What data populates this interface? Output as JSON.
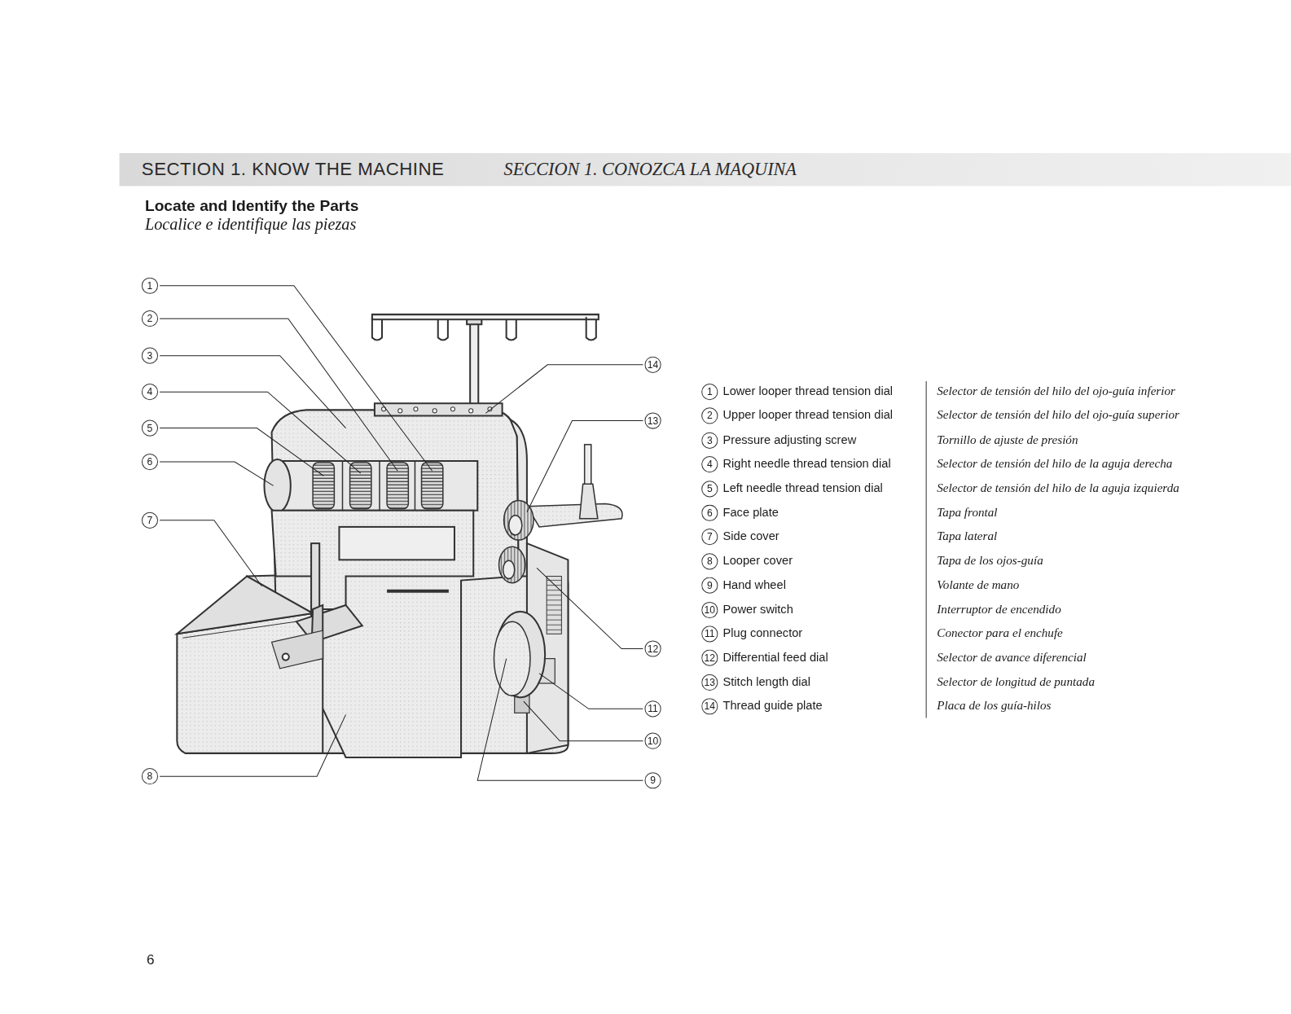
{
  "diagram": {
    "labels": [
      "SECTION 1. KNOW THE MACHINE",
      "SECCION 1. CONOZCA LA MAQUINA",
      "Locate and Identify the Parts",
      "Localice e identifique las piezas",
      "1",
      "2",
      "3",
      "4",
      "5",
      "6",
      "7",
      "8",
      "9",
      "10",
      "11",
      "12",
      "13",
      "14",
      "1",
      "Lower looper thread tension dial",
      "Selector de tensión del hilo del ojo-guía inferior",
      "2",
      "Upper looper thread tension dial",
      "Selector de tensión del hilo del ojo-guía superior",
      "3",
      "Pressure adjusting screw",
      "Tornillo de ajuste de presión",
      "4",
      "Right needle thread tension dial",
      "Selector de tensión del hilo de la aguja derecha",
      "5",
      "Left needle thread tension dial",
      "Selector de tensión del hilo de la aguja izquierda",
      "6",
      "Face plate",
      "Tapa frontal",
      "7",
      "Side cover",
      "Tapa lateral",
      "8",
      "Looper cover",
      "Tapa de los ojos-guía",
      "9",
      "Hand wheel",
      "Volante de mano",
      "10",
      "Power switch",
      "Interruptor de encendido",
      "11",
      "Plug connector",
      "Conector para el enchufe",
      "12",
      "Differential feed dial",
      "Selector de avance diferencial",
      "13",
      "Stitch length dial",
      "Selector de longitud de puntada",
      "14",
      "Thread guide plate",
      "Placa de los guía-hilos",
      "6"
    ]
  }
}
